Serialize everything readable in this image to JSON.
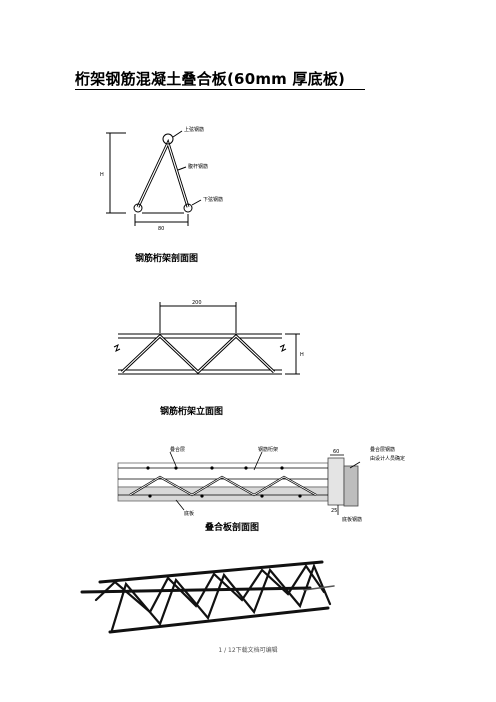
{
  "document": {
    "title": "桁架钢筋混凝土叠合板(60mm 厚底板)",
    "footer": "1 / 12下载文档可编辑"
  },
  "figure1": {
    "caption": "钢筋桁架剖面图",
    "label_top": "上弦钢筋",
    "label_web": "腹杆钢筋",
    "label_bottom": "下弦钢筋",
    "dim_width": "80",
    "dim_height": "H"
  },
  "figure2": {
    "caption": "钢筋桁架立面图",
    "dim_top": "200",
    "dim_height": "H"
  },
  "figure3": {
    "caption": "叠合板剖面图",
    "label_composite": "叠合层",
    "label_truss": "钢筋桁架",
    "label_right1": "叠合层钢筋",
    "label_right2": "由设计人员确定",
    "label_bottom_plate": "底板",
    "label_bottom_rebar": "底板钢筋",
    "dim_60": "60",
    "dim_25": "25"
  }
}
